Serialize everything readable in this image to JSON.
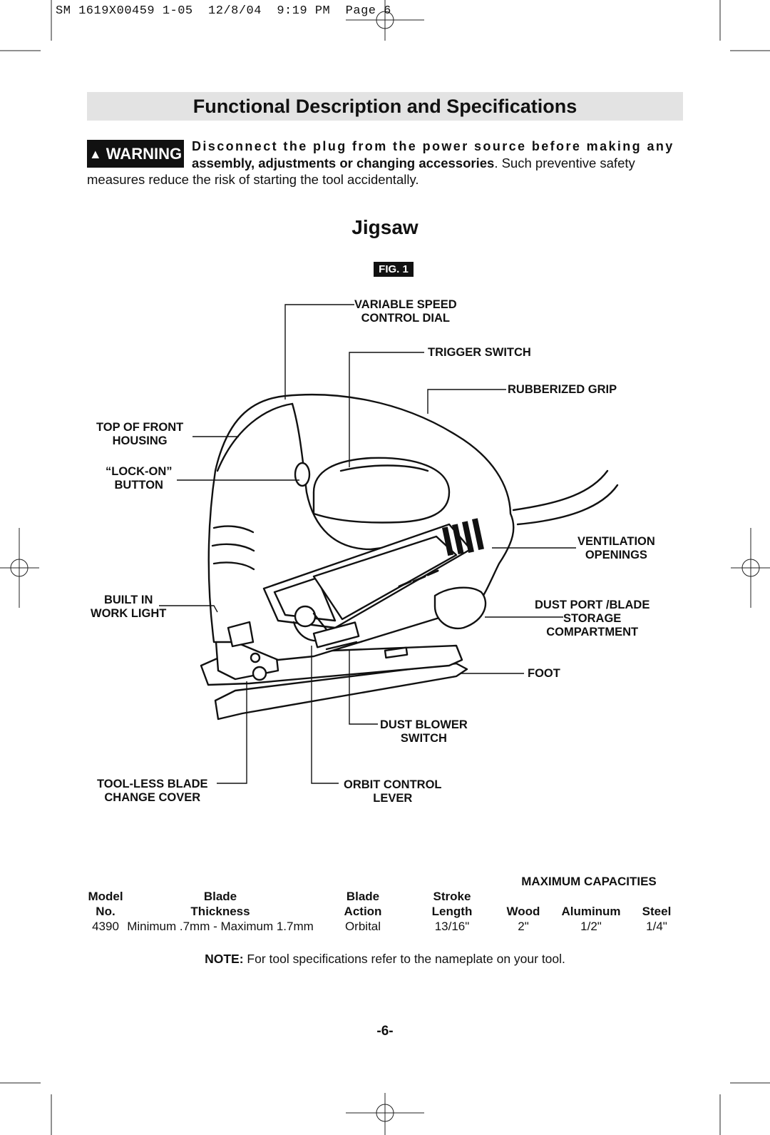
{
  "slug": "SM 1619X00459 1-05  12/8/04  9:19 PM  Page 6",
  "section_title": "Functional Description and Specifications",
  "warning": {
    "badge": "WARNING",
    "line1": "Disconnect the plug from the power source before making any",
    "line2_bold": "assembly, adjustments or changing accessories",
    "line2_rest": ".  Such preventive safety",
    "line3": "measures reduce the risk of starting the tool accidentally."
  },
  "diagram": {
    "title": "Jigsaw",
    "fig_label": "FIG. 1",
    "labels": {
      "variable_speed": [
        "VARIABLE SPEED",
        "CONTROL DIAL"
      ],
      "trigger_switch": [
        "TRIGGER SWITCH"
      ],
      "rubberized_grip": [
        "RUBBERIZED GRIP"
      ],
      "top_front_housing": [
        "TOP OF FRONT",
        "HOUSING"
      ],
      "lock_on_button": [
        "“LOCK-ON”",
        "BUTTON"
      ],
      "ventilation": [
        "VENTILATION",
        "OPENINGS"
      ],
      "built_in_light": [
        "BUILT IN",
        "WORK LIGHT"
      ],
      "dust_port": [
        "DUST PORT /BLADE",
        "STORAGE",
        "COMPARTMENT"
      ],
      "foot": [
        "FOOT"
      ],
      "dust_blower": [
        "DUST BLOWER",
        "SWITCH"
      ],
      "blade_cover": [
        "TOOL-LESS BLADE",
        "CHANGE COVER"
      ],
      "orbit_lever": [
        "ORBIT CONTROL",
        "LEVER"
      ]
    }
  },
  "specs": {
    "group_header": "MAXIMUM CAPACITIES",
    "header_row1": [
      "Model",
      "Blade",
      "Blade",
      "Stroke",
      "",
      "",
      ""
    ],
    "header_row2": [
      "No.",
      "Thickness",
      "Action",
      "Length",
      "Wood",
      "Aluminum",
      "Steel"
    ],
    "row": [
      "4390",
      "Minimum .7mm - Maximum 1.7mm",
      "Orbital",
      "13/16\"",
      "2\"",
      "1/2\"",
      "1/4\""
    ]
  },
  "note": {
    "label": "NOTE:",
    "text": " For tool specifications refer to the nameplate on your tool."
  },
  "page_number": "-6-"
}
